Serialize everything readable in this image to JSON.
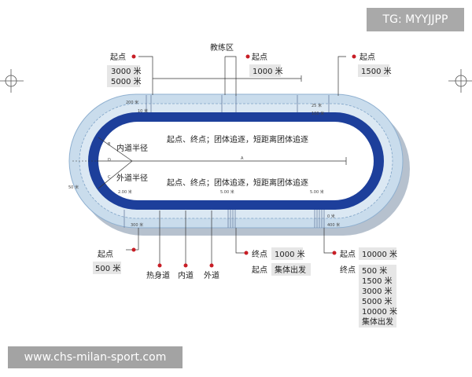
{
  "watermark": {
    "tag": "TG: MYYJJPP",
    "site": "www.chs-milan-sport.com"
  },
  "colors": {
    "accent_red": "#c81d25",
    "track_dark": "#1d3f9b",
    "track_light": "#c9dcec"
  },
  "top": {
    "left_start": "起点",
    "left_distances": [
      "3000 米",
      "5000 米"
    ],
    "coach_zone": "教练区",
    "mid_start": "起点",
    "mid_distance": "1000 米",
    "right_start": "起点",
    "right_distance": "1500 米"
  },
  "track": {
    "inner_radius": "内道半径",
    "outer_radius": "外道半径",
    "events_top": "起点、终点；团体追逐，短距离团体追逐",
    "events_bottom": "起点、终点；团体追逐，短距离团体追逐",
    "markers": {
      "m200": "200 米",
      "m10": "10 米",
      "m25": "25 米",
      "m100": "100 米",
      "m2a": "2.00 米",
      "m5a": "5.00 米",
      "m5b": "5.00 米",
      "m300": "300 米",
      "m0": "0 米",
      "m400": "400 米",
      "m50": "50 米",
      "pt_a": "A",
      "pt_b": "B",
      "pt_c": "C",
      "pt_d": "D"
    }
  },
  "bottom": {
    "left_start": "起点",
    "left_distance": "500 米",
    "warmup": "热身道",
    "inner_lane": "内道",
    "outer_lane": "外道",
    "finish": "终点",
    "finish_distance": "1000 米",
    "mass_start_label": "起点",
    "mass_start": "集体出发",
    "right_start": "起点",
    "right_distance": "10000 米",
    "right_finish": "终点",
    "right_finish_list": [
      "500 米",
      "1500 米",
      "3000 米",
      "5000 米",
      "10000 米",
      "集体出发"
    ]
  }
}
